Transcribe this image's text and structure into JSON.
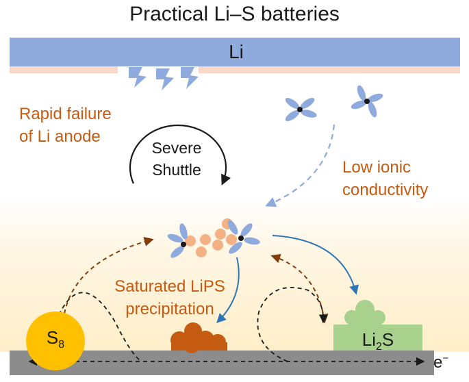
{
  "title": "Practical Li–S batteries",
  "anode_label": "Li",
  "labels": {
    "rapid_failure_line1": "Rapid failure",
    "rapid_failure_line2": "of Li anode",
    "severe_line1": "Severe",
    "severe_line2": "Shuttle",
    "low_ionic_line1": "Low ionic",
    "low_ionic_line2": "conductivity",
    "saturated_line1": "Saturated LiPS",
    "saturated_line2": "precipitation"
  },
  "species": {
    "s8": {
      "base": "S",
      "subscript": "8"
    },
    "li2s": {
      "base": "Li",
      "subscript": "2",
      "suffix": "S"
    },
    "electron": {
      "base": "e",
      "superscript": "−"
    }
  },
  "colors": {
    "li_bar": "#8faadc",
    "sei_pink": "#f9d8c9",
    "label_orange": "#c55a11",
    "lips_bead": "#f4b183",
    "arrow_blue": "#2e75b6",
    "arrow_brown": "#843c0c",
    "s8_yellow": "#ffc000",
    "li2s_green": "#a9d18e",
    "precipitate": "#c55a11",
    "substrate_gray": "#8c8c8c"
  }
}
